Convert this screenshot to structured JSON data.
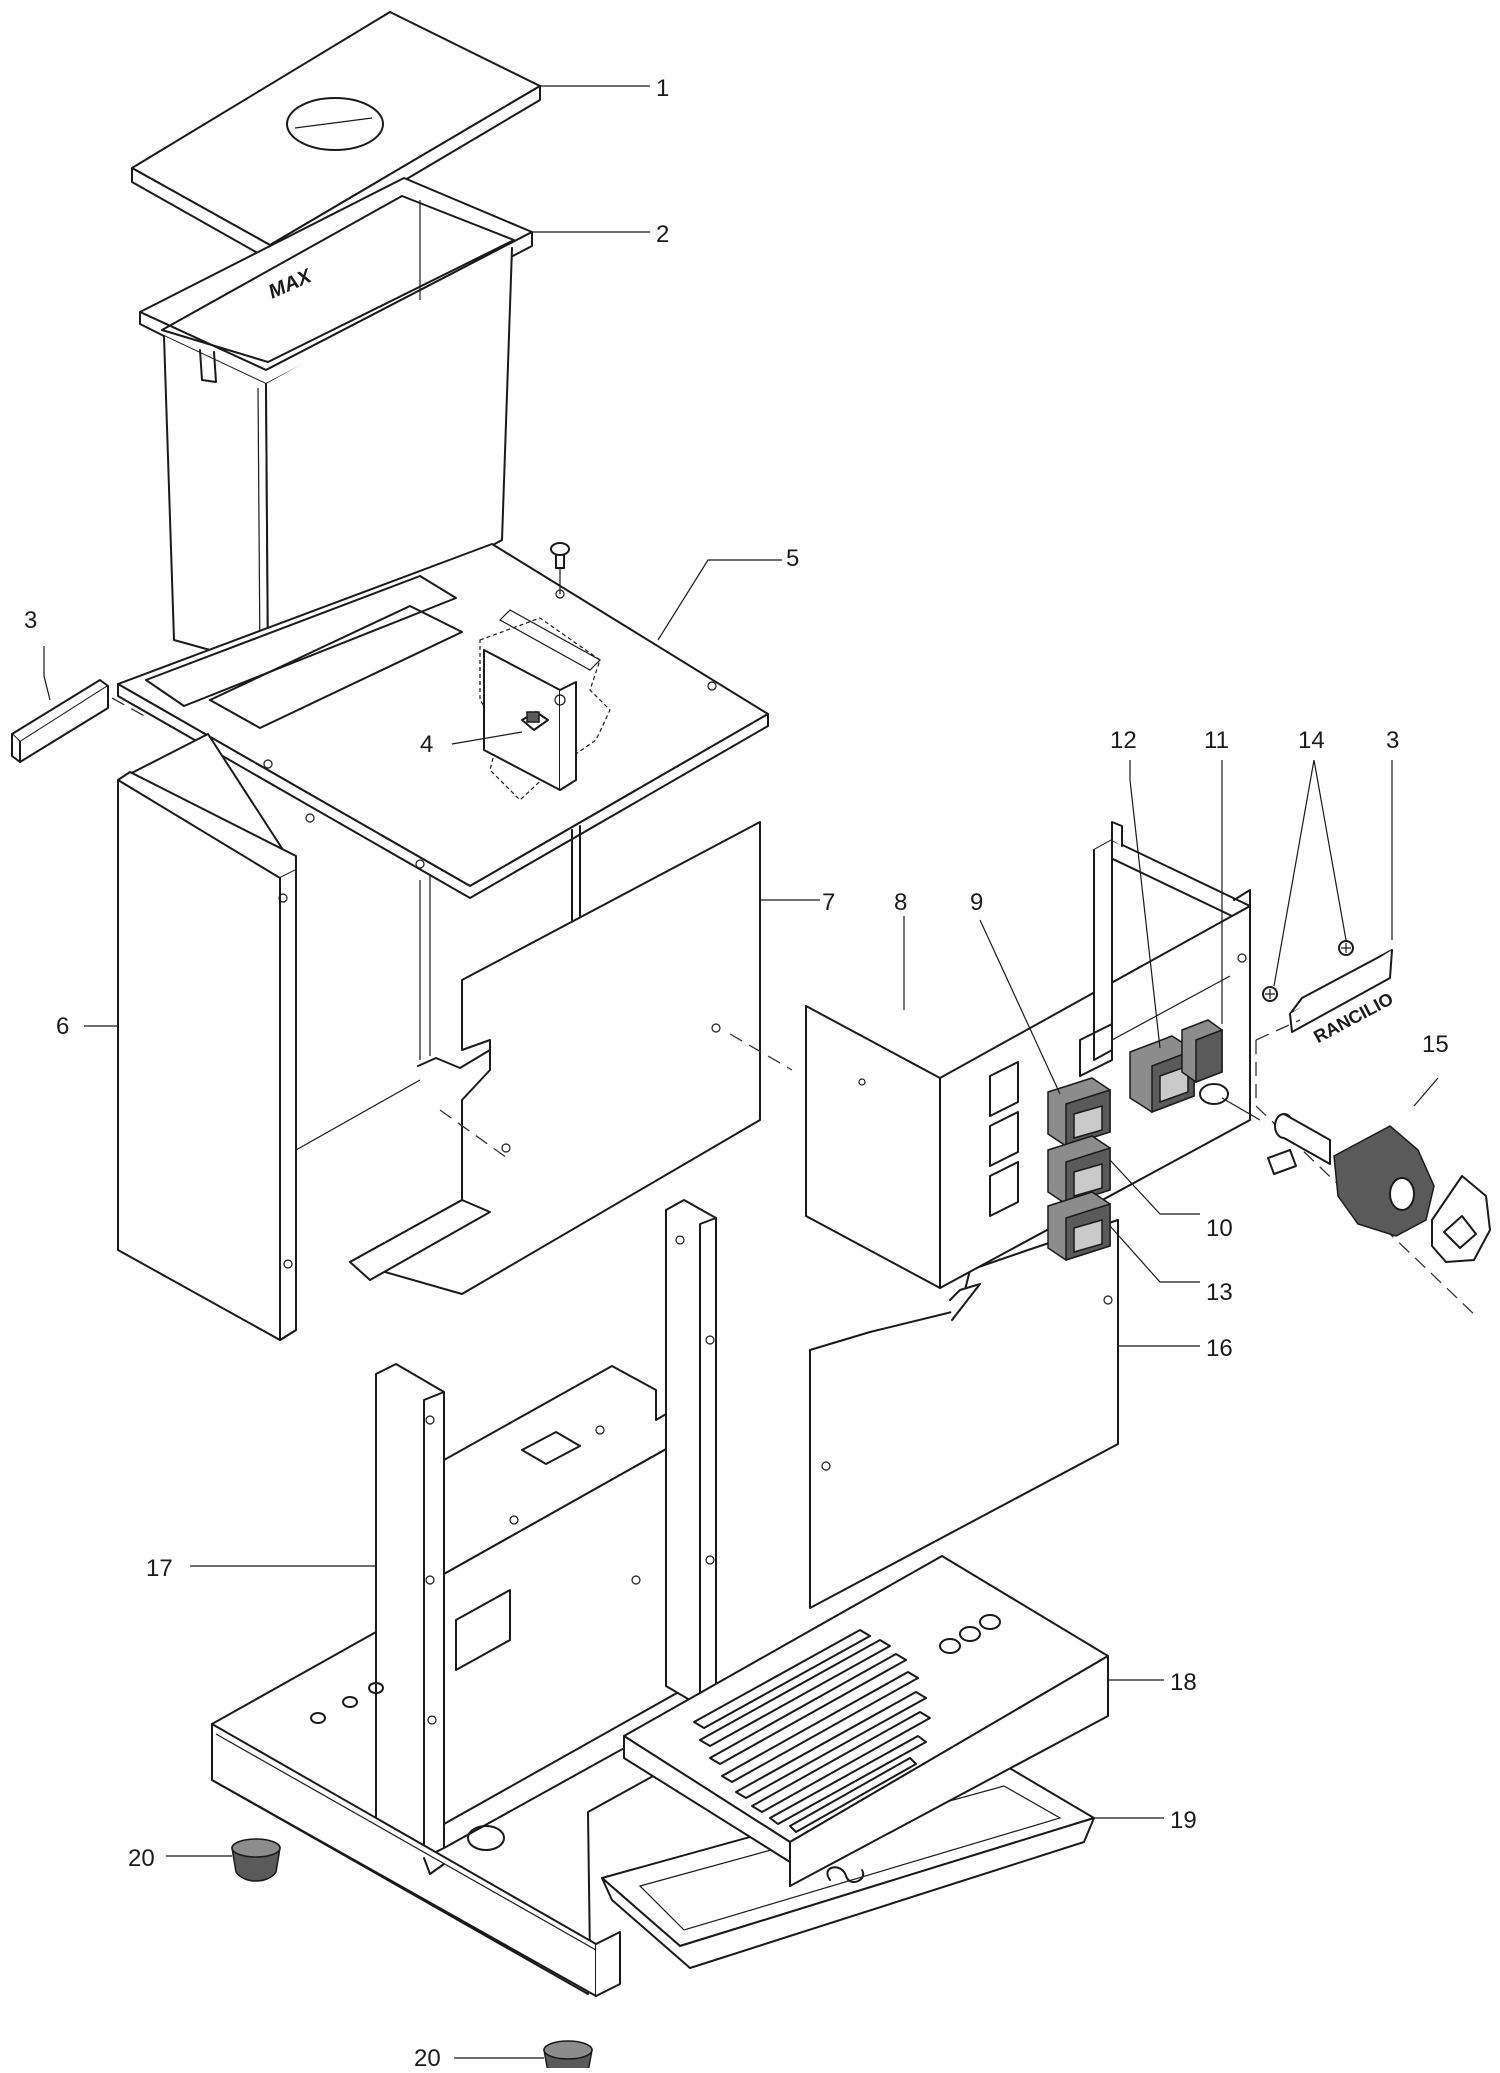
{
  "diagram": {
    "callouts": [
      {
        "id": "c1",
        "number": "1"
      },
      {
        "id": "c2",
        "number": "2"
      },
      {
        "id": "c3a",
        "number": "3"
      },
      {
        "id": "c3b",
        "number": "3"
      },
      {
        "id": "c4",
        "number": "4"
      },
      {
        "id": "c5",
        "number": "5"
      },
      {
        "id": "c6",
        "number": "6"
      },
      {
        "id": "c7",
        "number": "7"
      },
      {
        "id": "c8",
        "number": "8"
      },
      {
        "id": "c9",
        "number": "9"
      },
      {
        "id": "c10",
        "number": "10"
      },
      {
        "id": "c11",
        "number": "11"
      },
      {
        "id": "c12",
        "number": "12"
      },
      {
        "id": "c13",
        "number": "13"
      },
      {
        "id": "c14",
        "number": "14"
      },
      {
        "id": "c15",
        "number": "15"
      },
      {
        "id": "c16",
        "number": "16"
      },
      {
        "id": "c17",
        "number": "17"
      },
      {
        "id": "c18",
        "number": "18"
      },
      {
        "id": "c19",
        "number": "19"
      },
      {
        "id": "c20a",
        "number": "20"
      },
      {
        "id": "c20b",
        "number": "20"
      }
    ],
    "labels": {
      "max_mark": "MAX",
      "brand_badge": "RANCILIO"
    }
  }
}
